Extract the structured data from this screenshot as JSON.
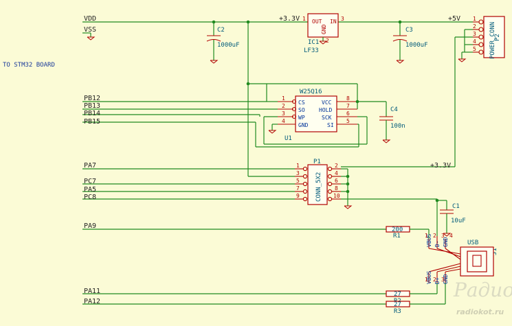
{
  "side_label": "TO STM32 BOARD",
  "nets": {
    "vdd": "VDD",
    "vss": "VSS",
    "v33_top": "+3.3V",
    "v5": "+5V",
    "v33_right": "+3.3V",
    "pb12": "PB12",
    "pb13": "PB13",
    "pb14": "PB14",
    "pb15": "PB15",
    "pa7": "PA7",
    "pc7": "PC7",
    "pa5": "PA5",
    "pc8": "PC8",
    "pa9": "PA9",
    "pa11": "PA11",
    "pa12": "PA12"
  },
  "components": {
    "c2": {
      "ref": "C2",
      "value": "1000uF"
    },
    "c3": {
      "ref": "C3",
      "value": "1000uF"
    },
    "c4": {
      "ref": "C4",
      "value": "100n"
    },
    "c1": {
      "ref": "C1",
      "value": "10uF"
    },
    "ic1": {
      "ref": "IC1",
      "value": "LF33",
      "pins": {
        "out": "OUT",
        "in": "IN",
        "gnd": "GND",
        "p1": "1",
        "p2": "2",
        "p3": "3"
      }
    },
    "p2": {
      "ref": "P2",
      "value": "POWER_CONN",
      "pins": [
        "1",
        "2",
        "3",
        "4",
        "5"
      ]
    },
    "u1": {
      "ref": "U1",
      "value": "W25Q16",
      "left_pins": [
        {
          "num": "1",
          "name": "CS"
        },
        {
          "num": "2",
          "name": "SO"
        },
        {
          "num": "3",
          "name": "WP"
        },
        {
          "num": "4",
          "name": "GND"
        }
      ],
      "right_pins": [
        {
          "num": "8",
          "name": "VCC"
        },
        {
          "num": "7",
          "name": "HOLD"
        },
        {
          "num": "6",
          "name": "SCK"
        },
        {
          "num": "5",
          "name": "SI"
        }
      ]
    },
    "p1": {
      "ref": "P1",
      "value": "CONN_5X2",
      "left_pins": [
        "1",
        "3",
        "5",
        "7",
        "9"
      ],
      "right_pins": [
        "2",
        "4",
        "6",
        "8",
        "10"
      ]
    },
    "r1": {
      "ref": "R1",
      "value": "200"
    },
    "r2": {
      "ref": "R2",
      "value": "27"
    },
    "r3": {
      "ref": "R3",
      "value": "27"
    },
    "j1": {
      "ref": "J1",
      "value": "USB",
      "pins_top": [
        "VBUS",
        "D-",
        "GND"
      ],
      "pins_bottom": [
        "VBUS",
        "D+",
        "GND"
      ],
      "pin_nums_top": [
        "1",
        "2",
        "3",
        "4"
      ],
      "pin_nums_bottom": [
        "1",
        "2",
        "3"
      ]
    }
  },
  "watermark": {
    "logo": "Радио КОТ",
    "site": "radiokot.ru"
  },
  "colors": {
    "background": "#fbfbd6",
    "wire": "#1f8a1f",
    "component": "#b00000",
    "pin_text": "#003399"
  }
}
